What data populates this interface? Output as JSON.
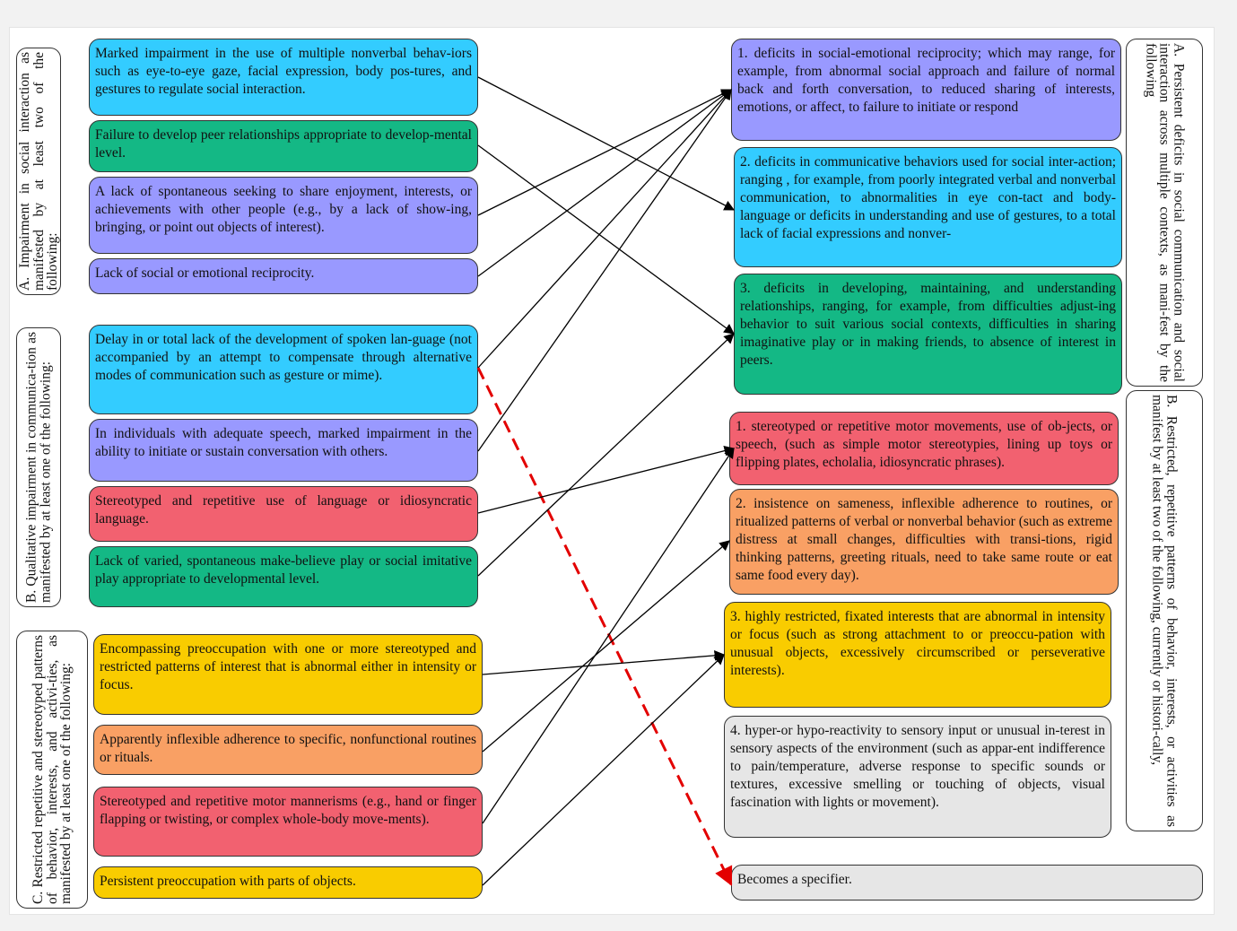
{
  "colors": {
    "blue": "#33ccff",
    "green": "#14b885",
    "purple": "#9999ff",
    "red": "#f26170",
    "orange": "#f9a064",
    "yellow": "#f9cc00",
    "grey": "#e6e6e6",
    "specifier_arrow": "#e30000"
  },
  "left_groups": [
    {
      "label": "A. Impairment in social interaction as manifested by at least two of the following:"
    },
    {
      "label": "B. Qualitative impairment in communica-tion as manifested by at least one of the following:"
    },
    {
      "label": "C. Restricted repetitive and stereotyped patterns of behavior, interests, and activi-ties, as manifested by at least one of the following:"
    }
  ],
  "right_groups": [
    {
      "label": "A. Persistent deficits in social communication and social interaction across multiple contexts, as mani-fest by the following"
    },
    {
      "label": "B. Restricted, repetitive patterns of behavior, interests, or activities as manifest by at least two of the following, currently or histori-cally,"
    }
  ],
  "left_items": [
    {
      "text": "Marked impairment in the use of multiple nonverbal behav-iors such as eye-to-eye gaze, facial expression, body pos-tures, and gestures to regulate social interaction.",
      "color": "blue"
    },
    {
      "text": "Failure to develop peer relationships appropriate to develop-mental level.",
      "color": "green"
    },
    {
      "text": "A lack of spontaneous seeking to share enjoyment, interests, or achievements with other people (e.g., by a lack of show-ing, bringing, or point out objects of interest).",
      "color": "purple"
    },
    {
      "text": "Lack of social or emotional reciprocity.",
      "color": "purple"
    },
    {
      "text": "Delay in or total lack of the development of spoken lan-guage (not accompanied by an attempt to compensate through alternative modes of communication such as gesture or mime).",
      "color": "blue"
    },
    {
      "text": "In individuals with adequate speech, marked impairment in the ability to initiate or sustain conversation with others.",
      "color": "purple"
    },
    {
      "text": "Stereotyped and repetitive use of language or idiosyncratic language.",
      "color": "red"
    },
    {
      "text": "Lack of varied, spontaneous make-believe play or social imitative play appropriate to developmental level.",
      "color": "green"
    },
    {
      "text": "Encompassing preoccupation with one or more stereotyped and restricted patterns of interest that is abnormal either in intensity or focus.",
      "color": "yellow"
    },
    {
      "text": "Apparently inflexible adherence to specific, nonfunctional routines or rituals.",
      "color": "orange"
    },
    {
      "text": "Stereotyped and repetitive motor mannerisms (e.g., hand or finger flapping or twisting, or complex whole-body move-ments).",
      "color": "red"
    },
    {
      "text": "Persistent preoccupation with parts of objects.",
      "color": "yellow"
    }
  ],
  "right_items": [
    {
      "text": "1. deficits in social-emotional reciprocity; which may range, for example, from abnormal social approach and failure of normal back and forth conversation, to reduced sharing of interests, emotions, or affect, to failure to initiate or respond",
      "color": "purple"
    },
    {
      "text": "2. deficits in communicative behaviors used for social inter-action; ranging , for example, from poorly integrated verbal and nonverbal communication, to abnormalities in eye con-tact and body-language or deficits in understanding and use of gestures, to a total lack of facial expressions and nonver-",
      "color": "blue"
    },
    {
      "text": "3. deficits in developing, maintaining, and understanding relationships, ranging, for example, from difficulties adjust-ing behavior to suit various social contexts, difficulties in sharing imaginative play or in making friends, to absence of interest in peers.",
      "color": "green"
    },
    {
      "text": "1. stereotyped or repetitive motor movements, use of ob-jects, or speech, (such as simple motor stereotypies, lining up toys or flipping plates, echolalia, idiosyncratic phrases).",
      "color": "red"
    },
    {
      "text": "2. insistence on sameness, inflexible adherence to routines, or ritualized patterns of verbal or nonverbal behavior (such as extreme distress at small changes, difficulties with transi-tions, rigid thinking patterns, greeting rituals, need to take same route or eat same food every day).",
      "color": "orange"
    },
    {
      "text": "3. highly restricted, fixated interests that are abnormal in intensity or focus (such as strong attachment to or preoccu-pation with unusual objects, excessively circumscribed or perseverative interests).",
      "color": "yellow"
    },
    {
      "text": "4. hyper-or hypo-reactivity to sensory input or unusual in-terest in sensory aspects of the environment (such as appar-ent indifference to pain/temperature, adverse response to specific sounds or textures, excessive smelling or touching of objects, visual fascination with lights or movement).",
      "color": "grey"
    },
    {
      "text": "Becomes a specifier.",
      "color": "grey"
    }
  ],
  "links": [
    {
      "from": 0,
      "to": 1
    },
    {
      "from": 1,
      "to": 2
    },
    {
      "from": 2,
      "to": 0
    },
    {
      "from": 3,
      "to": 0
    },
    {
      "from": 4,
      "to": 0
    },
    {
      "from": 4,
      "to": 7,
      "style": "dashed-red"
    },
    {
      "from": 5,
      "to": 0
    },
    {
      "from": 6,
      "to": 3
    },
    {
      "from": 7,
      "to": 2
    },
    {
      "from": 8,
      "to": 5
    },
    {
      "from": 9,
      "to": 4
    },
    {
      "from": 10,
      "to": 3
    },
    {
      "from": 11,
      "to": 5
    }
  ]
}
